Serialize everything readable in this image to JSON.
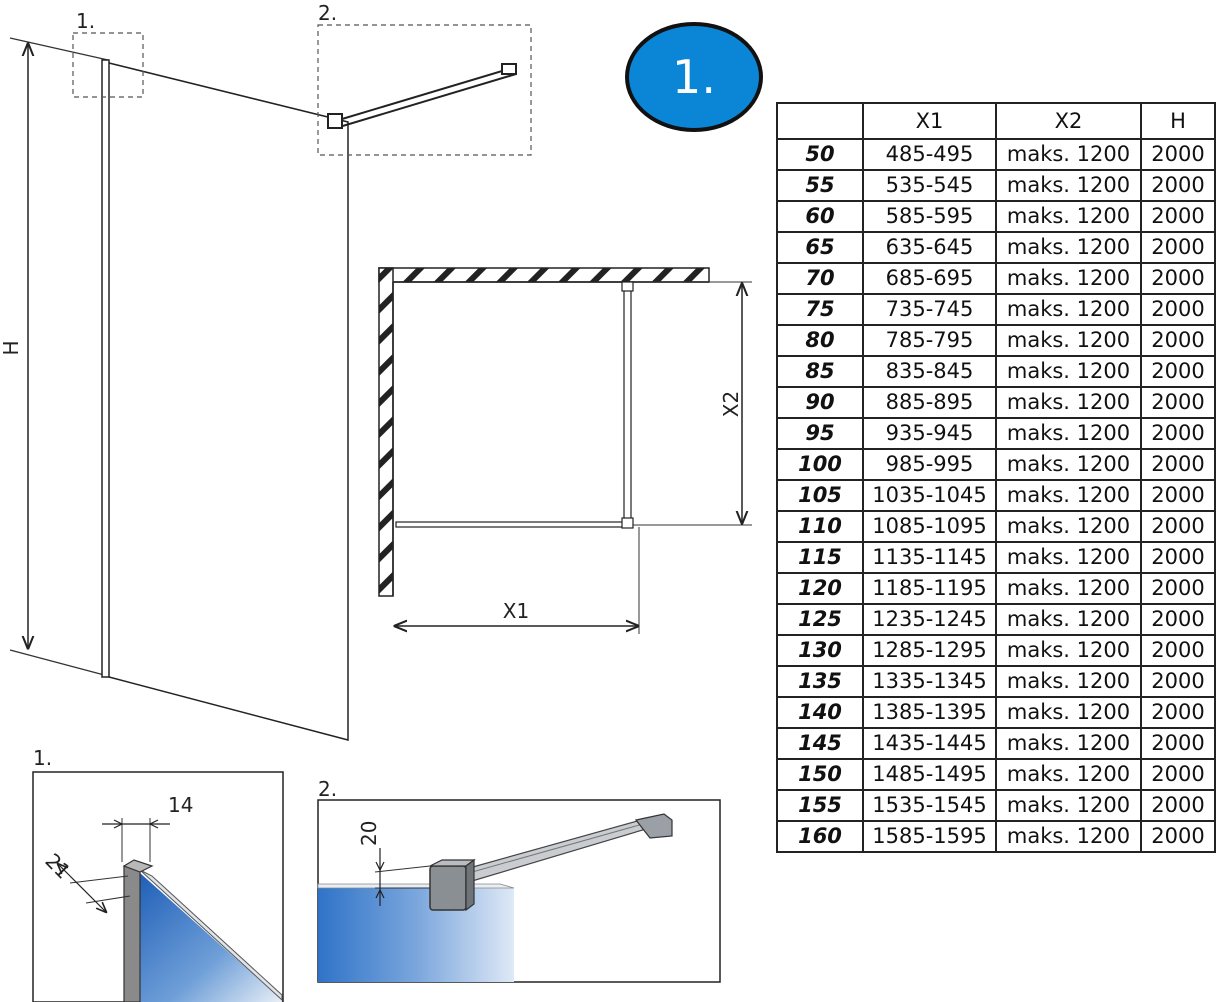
{
  "callouts": {
    "top_1": "1.",
    "top_2": "2.",
    "detail_1": "1.",
    "detail_2": "2."
  },
  "dimensions": {
    "h": "H",
    "x1": "X1",
    "x2": "X2",
    "d14": "14",
    "d21": "21",
    "d20": "20"
  },
  "badge": "1.",
  "table": {
    "headers": [
      "",
      "X1",
      "X2",
      "H"
    ],
    "rows": [
      [
        "50",
        "485-495",
        "maks. 1200",
        "2000"
      ],
      [
        "55",
        "535-545",
        "maks. 1200",
        "2000"
      ],
      [
        "60",
        "585-595",
        "maks. 1200",
        "2000"
      ],
      [
        "65",
        "635-645",
        "maks. 1200",
        "2000"
      ],
      [
        "70",
        "685-695",
        "maks. 1200",
        "2000"
      ],
      [
        "75",
        "735-745",
        "maks. 1200",
        "2000"
      ],
      [
        "80",
        "785-795",
        "maks. 1200",
        "2000"
      ],
      [
        "85",
        "835-845",
        "maks. 1200",
        "2000"
      ],
      [
        "90",
        "885-895",
        "maks. 1200",
        "2000"
      ],
      [
        "95",
        "935-945",
        "maks. 1200",
        "2000"
      ],
      [
        "100",
        "985-995",
        "maks. 1200",
        "2000"
      ],
      [
        "105",
        "1035-1045",
        "maks. 1200",
        "2000"
      ],
      [
        "110",
        "1085-1095",
        "maks. 1200",
        "2000"
      ],
      [
        "115",
        "1135-1145",
        "maks. 1200",
        "2000"
      ],
      [
        "120",
        "1185-1195",
        "maks. 1200",
        "2000"
      ],
      [
        "125",
        "1235-1245",
        "maks. 1200",
        "2000"
      ],
      [
        "130",
        "1285-1295",
        "maks. 1200",
        "2000"
      ],
      [
        "135",
        "1335-1345",
        "maks. 1200",
        "2000"
      ],
      [
        "140",
        "1385-1395",
        "maks. 1200",
        "2000"
      ],
      [
        "145",
        "1435-1445",
        "maks. 1200",
        "2000"
      ],
      [
        "150",
        "1485-1495",
        "maks. 1200",
        "2000"
      ],
      [
        "155",
        "1535-1545",
        "maks. 1200",
        "2000"
      ],
      [
        "160",
        "1585-1595",
        "maks. 1200",
        "2000"
      ]
    ]
  },
  "colors": {
    "badge_fill": "#0b86d6",
    "glass_blue": "#2d6fc4",
    "frame_gray": "#8a8a8a"
  }
}
